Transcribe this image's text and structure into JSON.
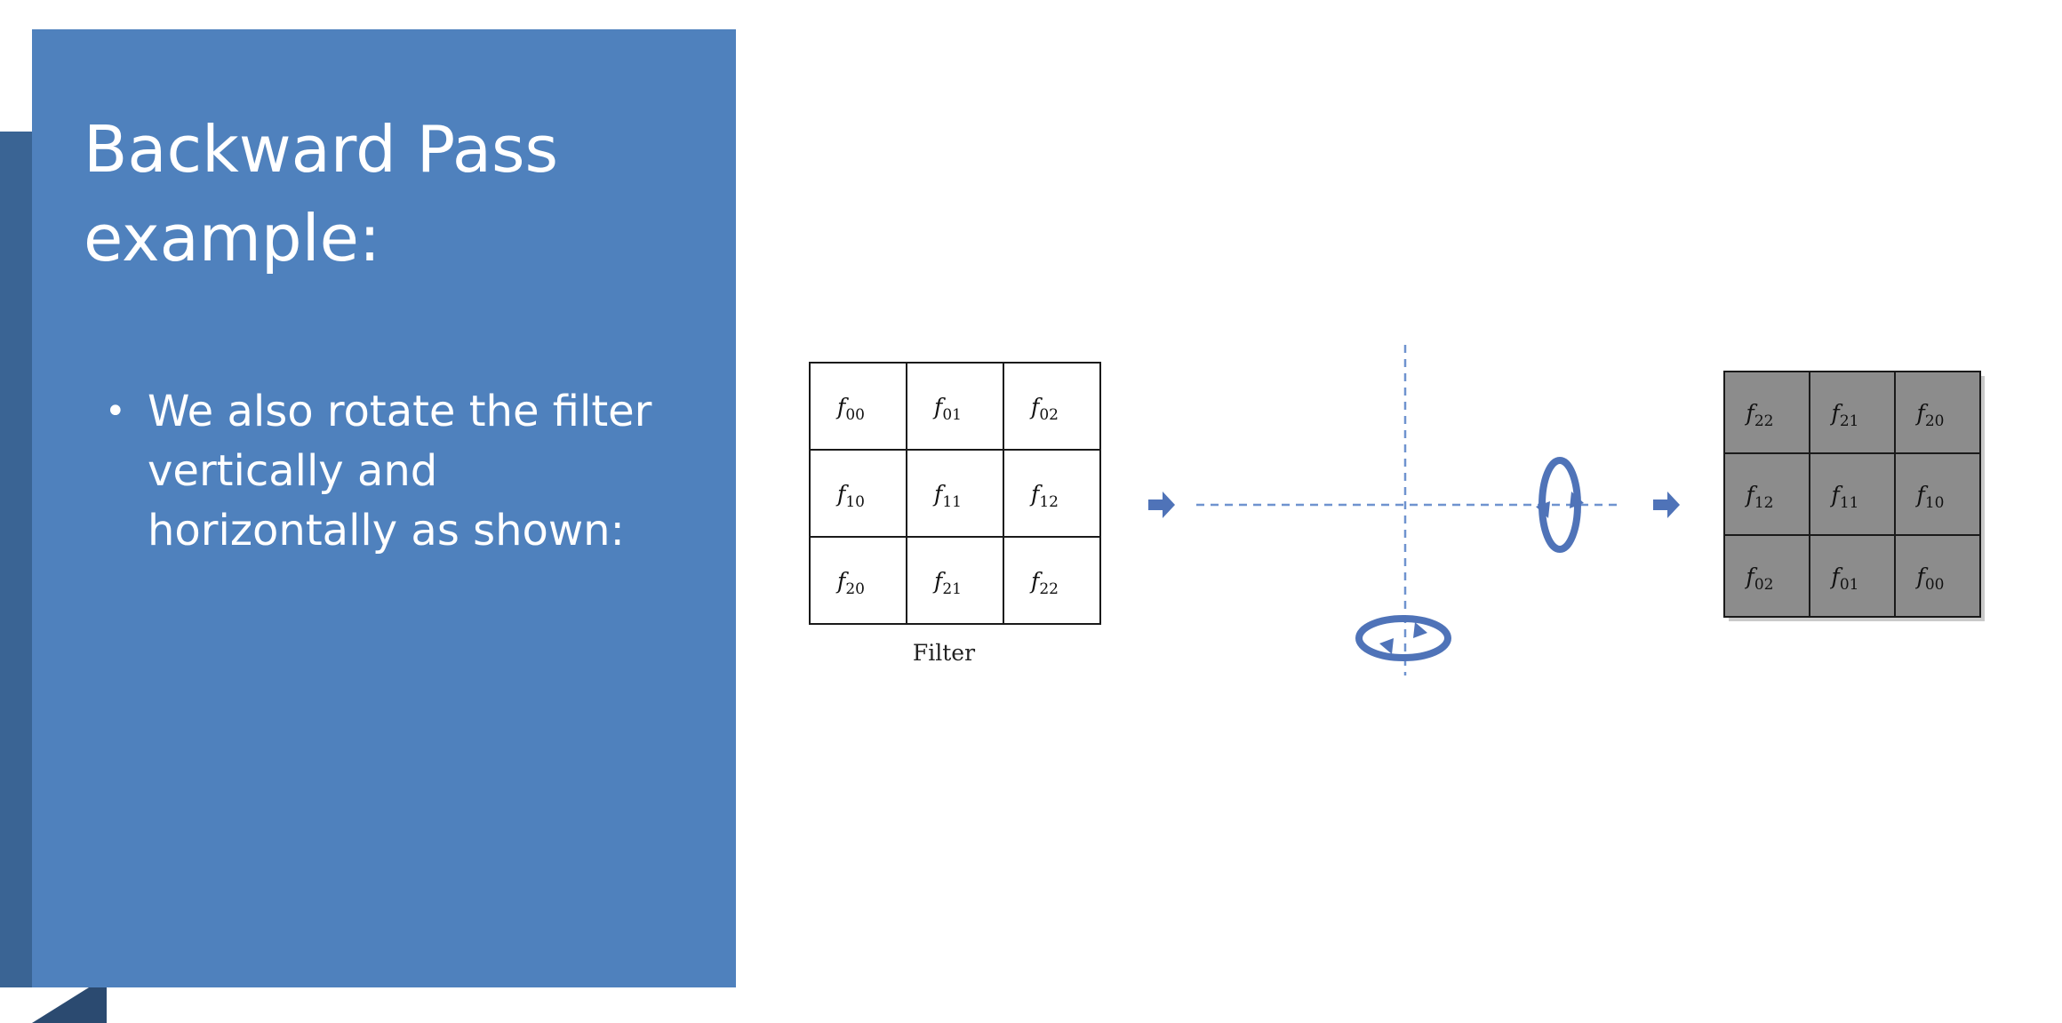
{
  "slide": {
    "title": "Backward Pass example:",
    "bullets": [
      "We also rotate the filter vertically and horizontally as shown:"
    ]
  },
  "diagram": {
    "original_filter": {
      "caption": "Filter",
      "cells": [
        [
          "00",
          "01",
          "02"
        ],
        [
          "10",
          "11",
          "12"
        ],
        [
          "20",
          "21",
          "22"
        ]
      ]
    },
    "rotated_filter": {
      "cells": [
        [
          "22",
          "21",
          "20"
        ],
        [
          "12",
          "11",
          "10"
        ],
        [
          "02",
          "01",
          "00"
        ]
      ]
    },
    "colors": {
      "panel": "#4f81bd",
      "arrow": "#4f73b8",
      "axis": "#6f93cf",
      "rotated_fill": "#8c8c8c"
    },
    "icons": [
      "right-arrow-icon",
      "horizontal-rotate-icon",
      "vertical-rotate-icon"
    ]
  }
}
